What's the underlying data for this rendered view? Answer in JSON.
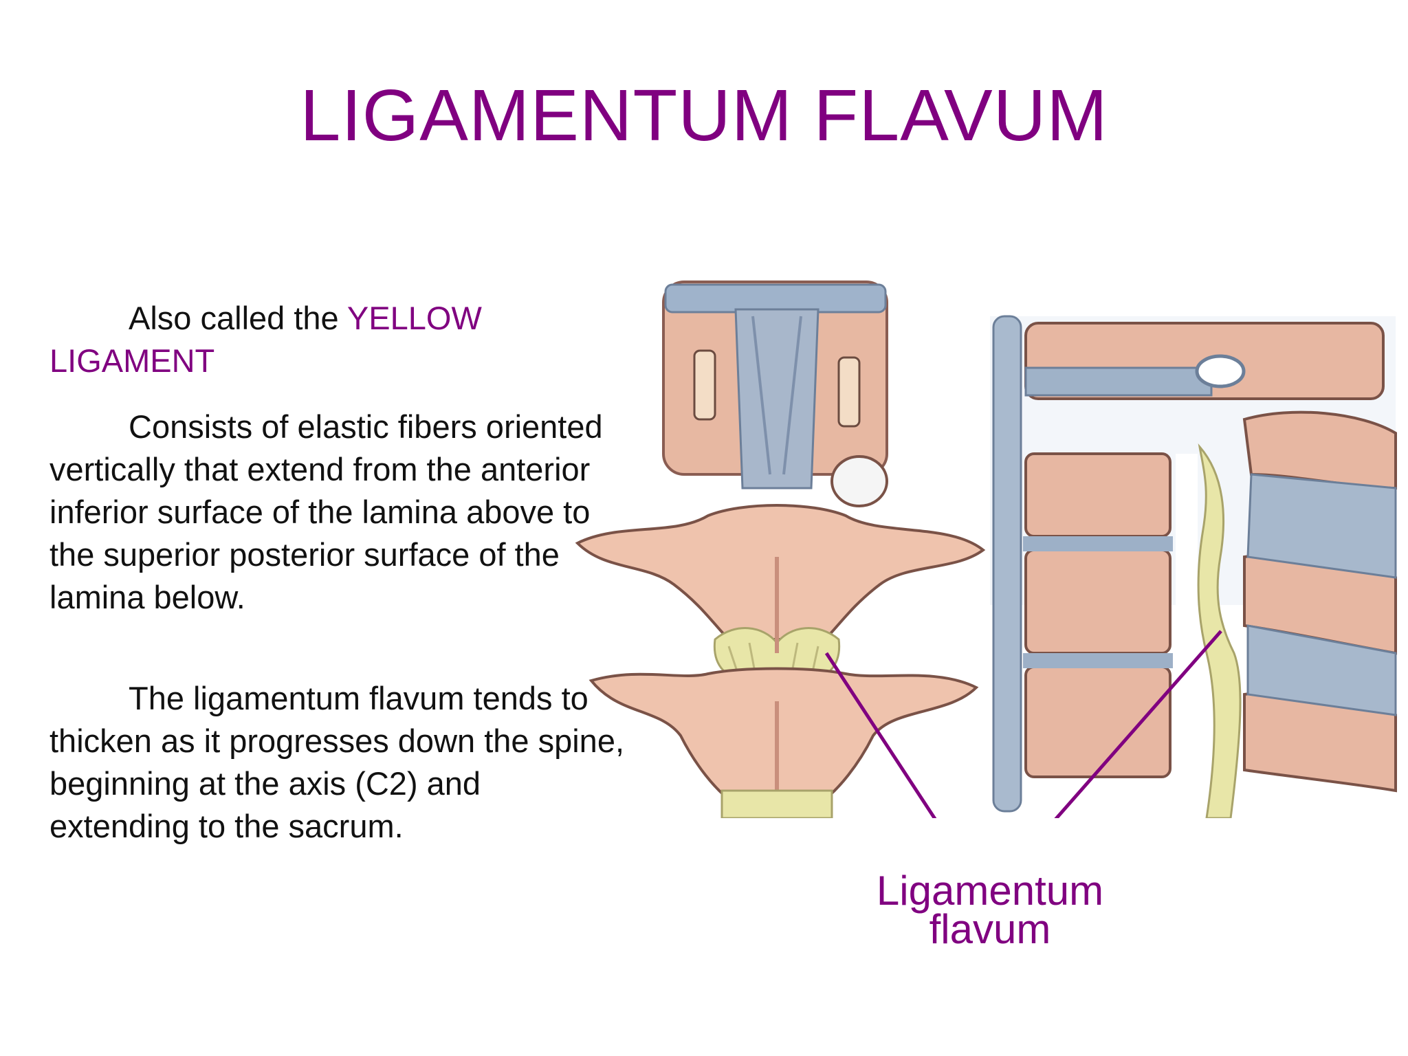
{
  "slide": {
    "title": "LIGAMENTUM FLAVUM",
    "paragraphs": {
      "p1_plain": "Also called the ",
      "p1_accent": "YELLOW LIGAMENT",
      "p2": "Consists of elastic fibers oriented vertically that extend from the anterior inferior surface of the lamina above to the superior posterior surface of the lamina below.",
      "p3": "The ligamentum flavum tends to thicken as it progresses down the spine, beginning at the axis (C2) and extending to the sacrum."
    },
    "figure": {
      "caption_line1": "Ligamentum",
      "caption_line2": "flavum"
    }
  },
  "colors": {
    "accent": "#800080",
    "bone": "#e8b9a5",
    "ligament_yellow": "#e6e6a6",
    "ligament_blue": "#9fb2c8",
    "text": "#111111"
  }
}
